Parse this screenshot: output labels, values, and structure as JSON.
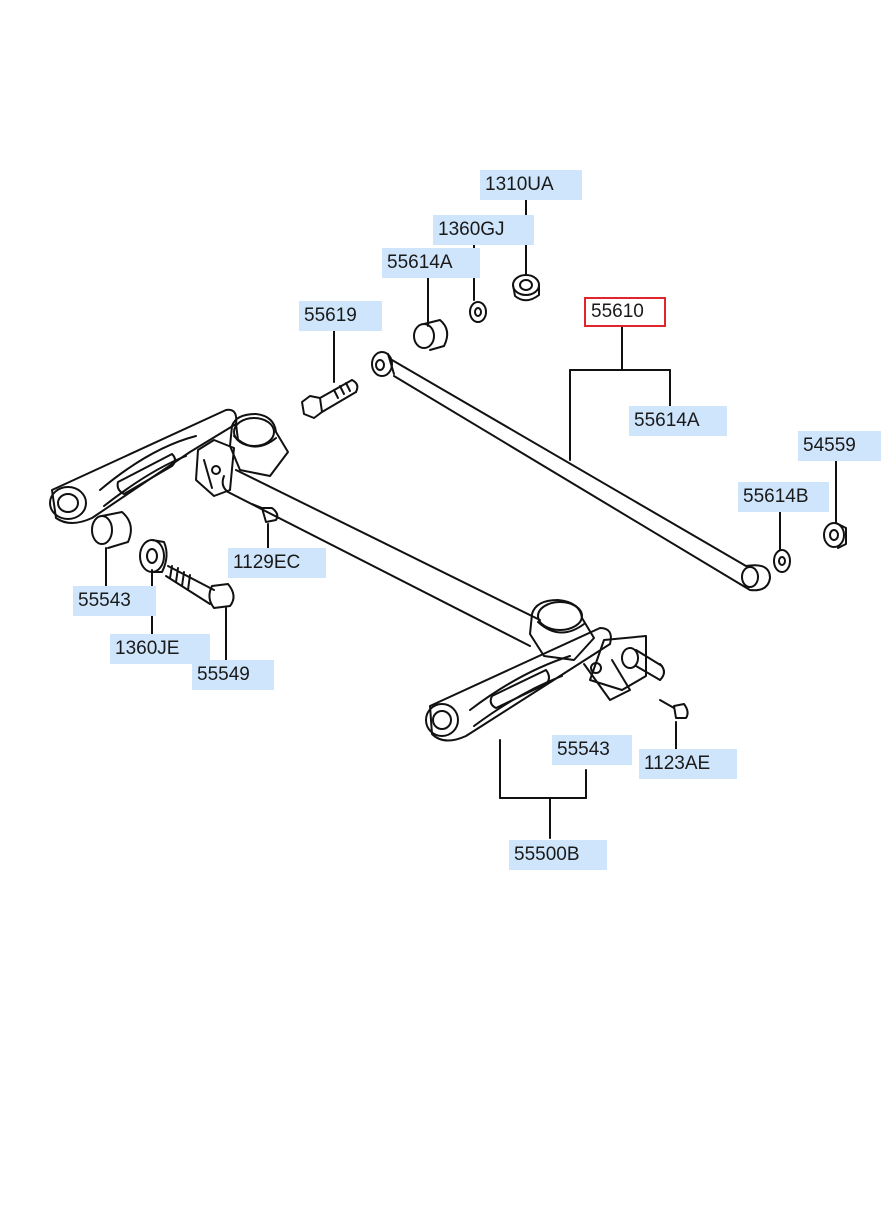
{
  "diagram": {
    "labels": {
      "p1310UA": "1310UA",
      "p1360GJ": "1360GJ",
      "p55614A_top": "55614A",
      "p55619": "55619",
      "p55610": "55610",
      "p55614A_mid": "55614A",
      "p54559": "54559",
      "p55614B": "55614B",
      "p1129EC": "1129EC",
      "p55543_left": "55543",
      "p1360JE": "1360JE",
      "p55549": "55549",
      "p55543_right": "55543",
      "p1123AE": "1123AE",
      "p55500B": "55500B"
    },
    "colors": {
      "label_bg": "#cfe5fb",
      "highlight_border": "#e0262b",
      "line": "#000000"
    },
    "highlighted_part": "55610"
  }
}
